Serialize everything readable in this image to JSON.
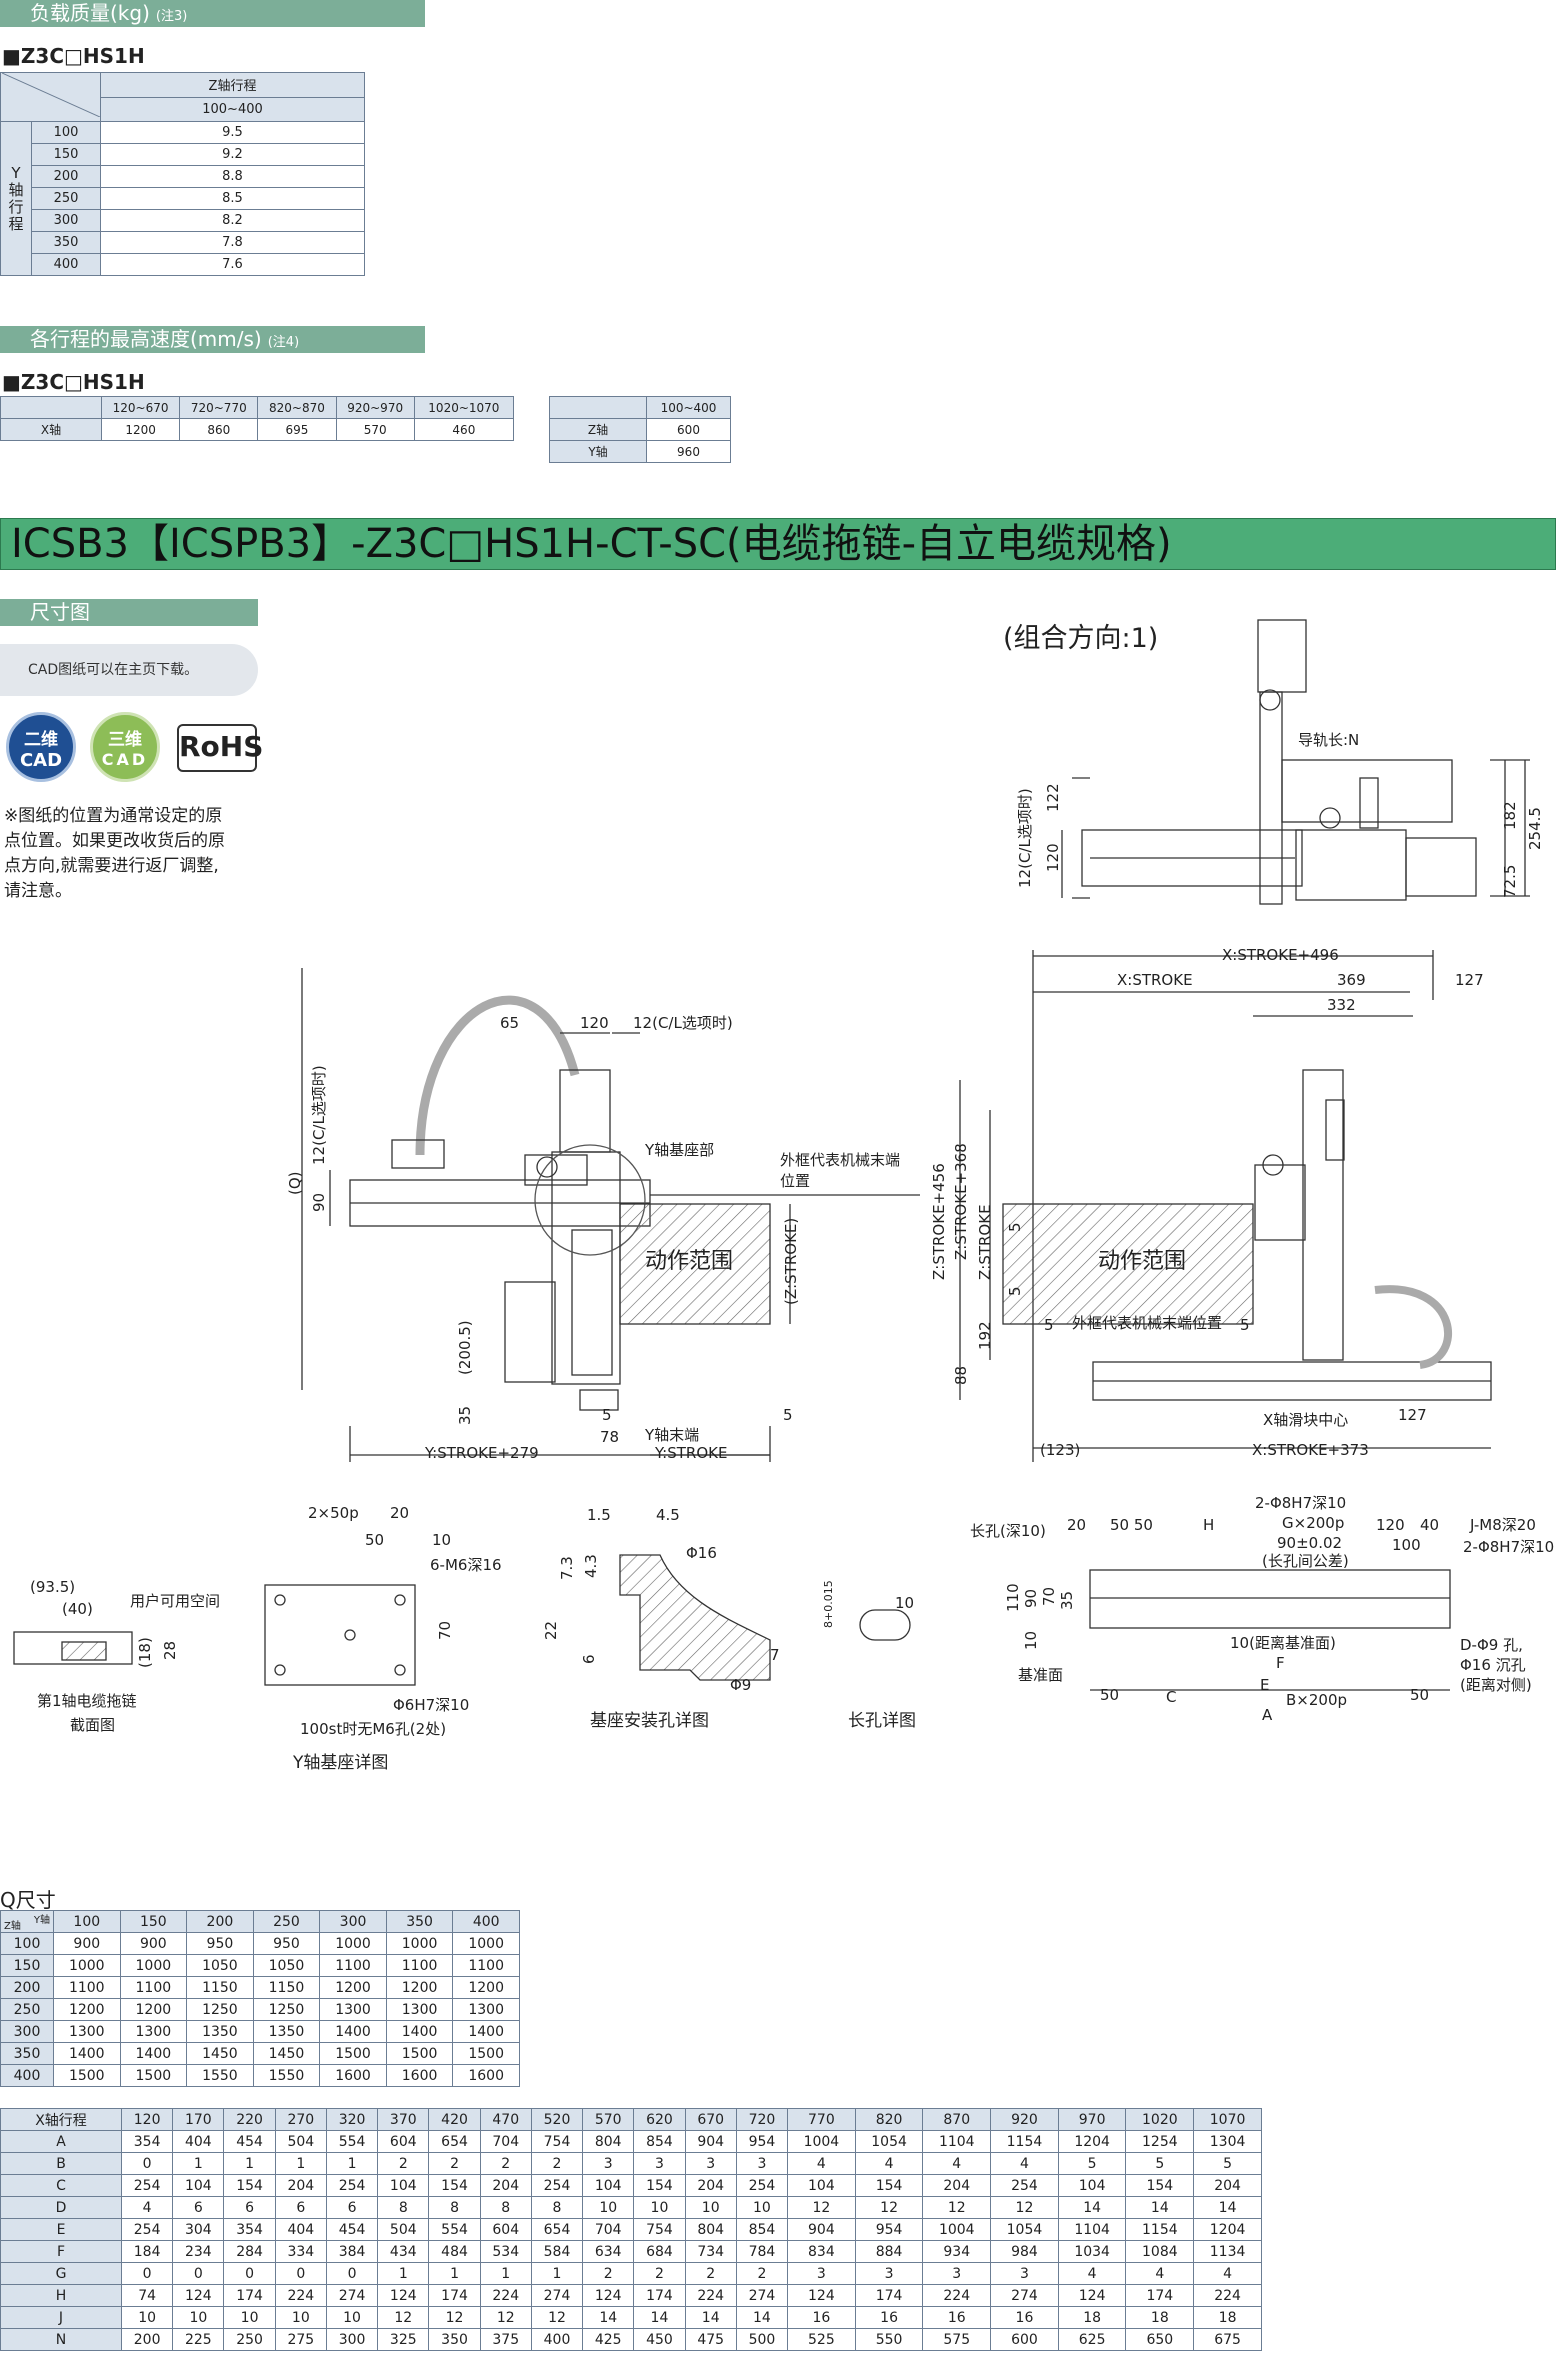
{
  "load_section": {
    "title": "负载质量(kg)",
    "note": "(注3)",
    "model": "■Z3C□HS1H",
    "z_header": "Z轴行程",
    "z_range": "100~400",
    "y_label": "Y轴行程",
    "rows": [
      [
        "100",
        "9.5"
      ],
      [
        "150",
        "9.2"
      ],
      [
        "200",
        "8.8"
      ],
      [
        "250",
        "8.5"
      ],
      [
        "300",
        "8.2"
      ],
      [
        "350",
        "7.8"
      ],
      [
        "400",
        "7.6"
      ]
    ]
  },
  "speed_section": {
    "title": "各行程的最高速度(mm/s)",
    "note": "(注4)",
    "model": "■Z3C□HS1H",
    "x_ranges": [
      "120~670",
      "720~770",
      "820~870",
      "920~970",
      "1020~1070"
    ],
    "x_label": "X轴",
    "x_values": [
      "1200",
      "860",
      "695",
      "570",
      "460"
    ],
    "zy_range": "100~400",
    "zy_rows": [
      [
        "Z轴",
        "600"
      ],
      [
        "Y轴",
        "960"
      ]
    ]
  },
  "product_title": "ICSB3【ICSPB3】-Z3C□HS1H-CT-SC(电缆拖链-自立电缆规格)",
  "dims_title": "尺寸图",
  "cad_note": "CAD图纸可以在主页下载。",
  "badges": {
    "cad2_line1": "二维",
    "cad2_line2": "CAD",
    "cad3_line1": "三维",
    "cad3_line2": "CAD",
    "rohs": "RoHS"
  },
  "origin_note": "※图纸的位置为通常设定的原点位置。如果更改收货后的原点方向,就需要进行返厂调整,请注意。",
  "drawing_labels": {
    "combo": "(组合方向:1)",
    "rail": "导轨长:N",
    "d122": "122",
    "d120": "120",
    "d182": "182",
    "d254": "254.5",
    "d72": "72.5",
    "cl12": "12(C/L选项时)",
    "xstroke496": "X:STROKE+496",
    "xstroke": "X:STROKE",
    "d369": "369",
    "d127": "127",
    "d332": "332",
    "d65": "65",
    "d120b": "120",
    "cl12b": "12(C/L选项时)",
    "ybase": "Y轴基座部",
    "outer": "外框代表机械末端",
    "pos": "位置",
    "q": "(Q)",
    "d90": "90",
    "cl12c": "12(C/L选项时)",
    "range": "动作范围",
    "zstroke_v": "(Z:STROKE)",
    "d2005": "(200.5)",
    "d35": "35",
    "d5": "5",
    "d78": "78",
    "d5b": "5",
    "yend": "Y轴末端",
    "ystroke279": "Y:STROKE+279",
    "ystroke": "Y:STROKE",
    "zs456": "Z:STROKE+456",
    "zs368": "Z:STROKE+368",
    "zs": "Z:STROKE",
    "d5c": "5",
    "d5d": "5",
    "d192": "192",
    "d88": "88",
    "d5e": "5",
    "outer2": "外框代表机械末端位置",
    "d5f": "5",
    "range2": "动作范围",
    "xslider": "X轴滑块中心",
    "d127b": "127",
    "d123": "(123)",
    "xs373": "X:STROKE+373",
    "d935": "(93.5)",
    "d40": "(40)",
    "user": "用户可用空间",
    "d18": "(18)",
    "d28": "28",
    "sect": "第1轴电缆拖链",
    "sect2": "截面图",
    "p2x50": "2×50p",
    "d20": "20",
    "d50": "50",
    "d10": "10",
    "m6": "6-M6深16",
    "d70": "70",
    "h7": "Φ6H7深10",
    "st100": "100st时无M6孔(2处)",
    "ybasedetail": "Y轴基座详图",
    "d15": "1.5",
    "d45": "4.5",
    "d73": "7.3",
    "d43": "4.3",
    "phi16": "Φ16",
    "d22": "22",
    "d6": "6",
    "phi9": "Φ9",
    "d7": "7",
    "basehole": "基座安装孔详图",
    "tol": "8+0.015",
    "d10b": "10",
    "slot": "长孔详图",
    "slotdepth": "长孔(深10)",
    "d20b": "20",
    "d5050": "50 50",
    "h": "H",
    "phi8": "2-Φ8H7深10",
    "g200": "G×200p",
    "d9002": "90±0.02",
    "tolslot": "(长孔间公差)",
    "d120c": "120",
    "d40b": "40",
    "d100": "100",
    "jm8": "J-M8深20",
    "phi8b": "2-Φ8H7深10",
    "d110": "110",
    "d90b": "90",
    "d70b": "70",
    "d35b": "35",
    "d10c": "10",
    "dist": "10(距离基准面)",
    "e": "E",
    "f": "F",
    "base": "基准面",
    "d50b": "50",
    "c": "C",
    "b200": "B×200p",
    "d50c": "50",
    "a": "A",
    "dphi9": "D-Φ9 孔,",
    "phi16c": "Φ16 沉孔",
    "opp": "(距离对侧)"
  },
  "q_table": {
    "title": "Q尺寸",
    "corner_z": "Z轴",
    "corner_y": "Y轴",
    "cols": [
      "100",
      "150",
      "200",
      "250",
      "300",
      "350",
      "400"
    ],
    "rows": [
      [
        "100",
        "900",
        "900",
        "950",
        "950",
        "1000",
        "1000",
        "1000"
      ],
      [
        "150",
        "1000",
        "1000",
        "1050",
        "1050",
        "1100",
        "1100",
        "1100"
      ],
      [
        "200",
        "1100",
        "1100",
        "1150",
        "1150",
        "1200",
        "1200",
        "1200"
      ],
      [
        "250",
        "1200",
        "1200",
        "1250",
        "1250",
        "1300",
        "1300",
        "1300"
      ],
      [
        "300",
        "1300",
        "1300",
        "1350",
        "1350",
        "1400",
        "1400",
        "1400"
      ],
      [
        "350",
        "1400",
        "1400",
        "1450",
        "1450",
        "1500",
        "1500",
        "1500"
      ],
      [
        "400",
        "1500",
        "1500",
        "1550",
        "1550",
        "1600",
        "1600",
        "1600"
      ]
    ]
  },
  "x_table": {
    "corner": "X轴行程",
    "cols": [
      "120",
      "170",
      "220",
      "270",
      "320",
      "370",
      "420",
      "470",
      "520",
      "570",
      "620",
      "670",
      "720",
      "770",
      "820",
      "870",
      "920",
      "970",
      "1020",
      "1070"
    ],
    "rows": [
      [
        "A",
        "354",
        "404",
        "454",
        "504",
        "554",
        "604",
        "654",
        "704",
        "754",
        "804",
        "854",
        "904",
        "954",
        "1004",
        "1054",
        "1104",
        "1154",
        "1204",
        "1254",
        "1304"
      ],
      [
        "B",
        "0",
        "1",
        "1",
        "1",
        "1",
        "2",
        "2",
        "2",
        "2",
        "3",
        "3",
        "3",
        "3",
        "4",
        "4",
        "4",
        "4",
        "5",
        "5",
        "5"
      ],
      [
        "C",
        "254",
        "104",
        "154",
        "204",
        "254",
        "104",
        "154",
        "204",
        "254",
        "104",
        "154",
        "204",
        "254",
        "104",
        "154",
        "204",
        "254",
        "104",
        "154",
        "204"
      ],
      [
        "D",
        "4",
        "6",
        "6",
        "6",
        "6",
        "8",
        "8",
        "8",
        "8",
        "10",
        "10",
        "10",
        "10",
        "12",
        "12",
        "12",
        "12",
        "14",
        "14",
        "14"
      ],
      [
        "E",
        "254",
        "304",
        "354",
        "404",
        "454",
        "504",
        "554",
        "604",
        "654",
        "704",
        "754",
        "804",
        "854",
        "904",
        "954",
        "1004",
        "1054",
        "1104",
        "1154",
        "1204"
      ],
      [
        "F",
        "184",
        "234",
        "284",
        "334",
        "384",
        "434",
        "484",
        "534",
        "584",
        "634",
        "684",
        "734",
        "784",
        "834",
        "884",
        "934",
        "984",
        "1034",
        "1084",
        "1134"
      ],
      [
        "G",
        "0",
        "0",
        "0",
        "0",
        "0",
        "1",
        "1",
        "1",
        "1",
        "2",
        "2",
        "2",
        "2",
        "3",
        "3",
        "3",
        "3",
        "4",
        "4",
        "4"
      ],
      [
        "H",
        "74",
        "124",
        "174",
        "224",
        "274",
        "124",
        "174",
        "224",
        "274",
        "124",
        "174",
        "224",
        "274",
        "124",
        "174",
        "224",
        "274",
        "124",
        "174",
        "224"
      ],
      [
        "J",
        "10",
        "10",
        "10",
        "10",
        "10",
        "12",
        "12",
        "12",
        "12",
        "14",
        "14",
        "14",
        "14",
        "16",
        "16",
        "16",
        "16",
        "18",
        "18",
        "18"
      ],
      [
        "N",
        "200",
        "225",
        "250",
        "275",
        "300",
        "325",
        "350",
        "375",
        "400",
        "425",
        "450",
        "475",
        "500",
        "525",
        "550",
        "575",
        "600",
        "625",
        "650",
        "675"
      ]
    ]
  }
}
